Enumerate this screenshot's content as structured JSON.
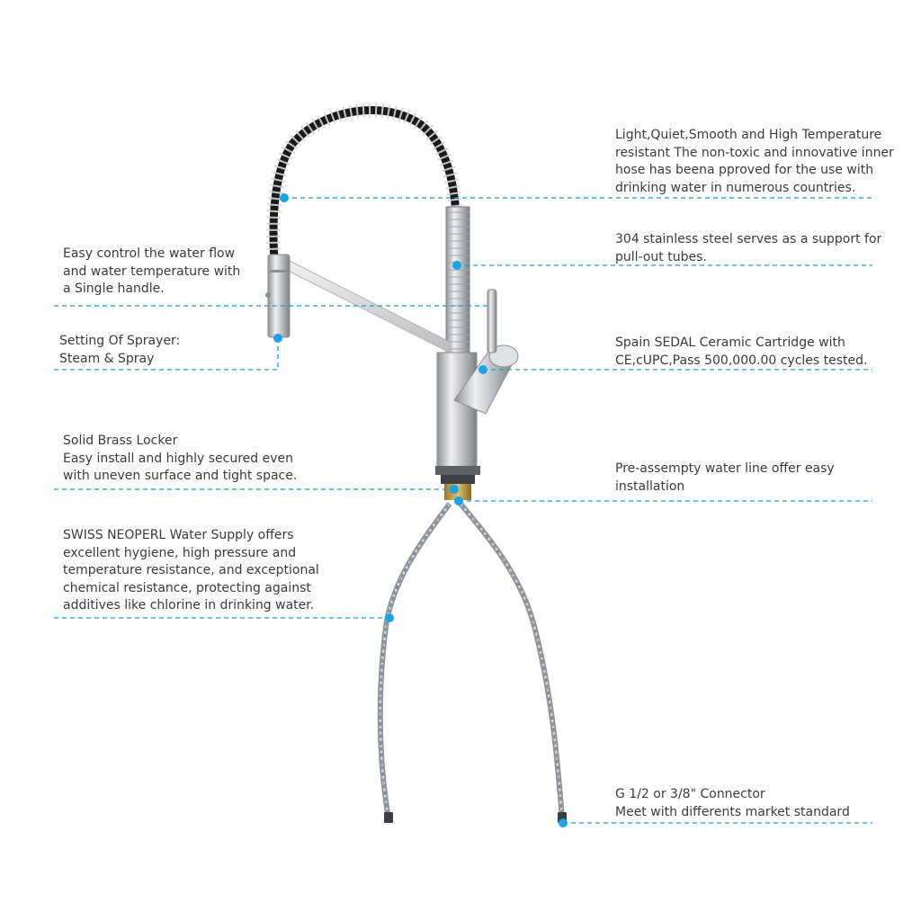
{
  "colors": {
    "accent": "#1aa3e6",
    "leader": "#1b9ad6",
    "chrome": "#c7cacd",
    "spring": "#1a1a1a",
    "hose_blue": "#4a6ea8",
    "hose_red": "#b94c4c"
  },
  "callouts": {
    "hose": {
      "lines": [
        "Light,Quiet,Smooth and High Temperature",
        "resistant The non-toxic and innovative inner",
        "hose has beena pproved for the use with",
        "drinking water in numerous countries."
      ]
    },
    "steel": {
      "lines": [
        "304 stainless steel serves as a support for",
        "pull-out tubes."
      ]
    },
    "cartridge": {
      "lines": [
        "Spain SEDAL Ceramic Cartridge with",
        "CE,cUPC,Pass 500,000.00 cycles tested."
      ]
    },
    "waterline": {
      "lines": [
        "Pre-assempty water line offer easy",
        "installation"
      ]
    },
    "connector": {
      "lines": [
        "G 1/2 or 3/8\" Connector",
        "Meet with differents market standard"
      ]
    },
    "control": {
      "lines": [
        "Easy control the water flow",
        "and water temperature with",
        "a Single handle."
      ]
    },
    "sprayer": {
      "lines": [
        "Setting Of Sprayer:",
        "Steam & Spray"
      ]
    },
    "locker": {
      "lines": [
        "Solid Brass Locker",
        "Easy install and highly secured even",
        "with uneven surface and tight space."
      ]
    },
    "supply": {
      "lines": [
        "SWISS NEOPERL Water Supply offers",
        "excellent hygiene, high pressure and",
        "temperature resistance, and exceptional",
        "chemical resistance, protecting against",
        "additives like chlorine in drinking water."
      ]
    }
  }
}
